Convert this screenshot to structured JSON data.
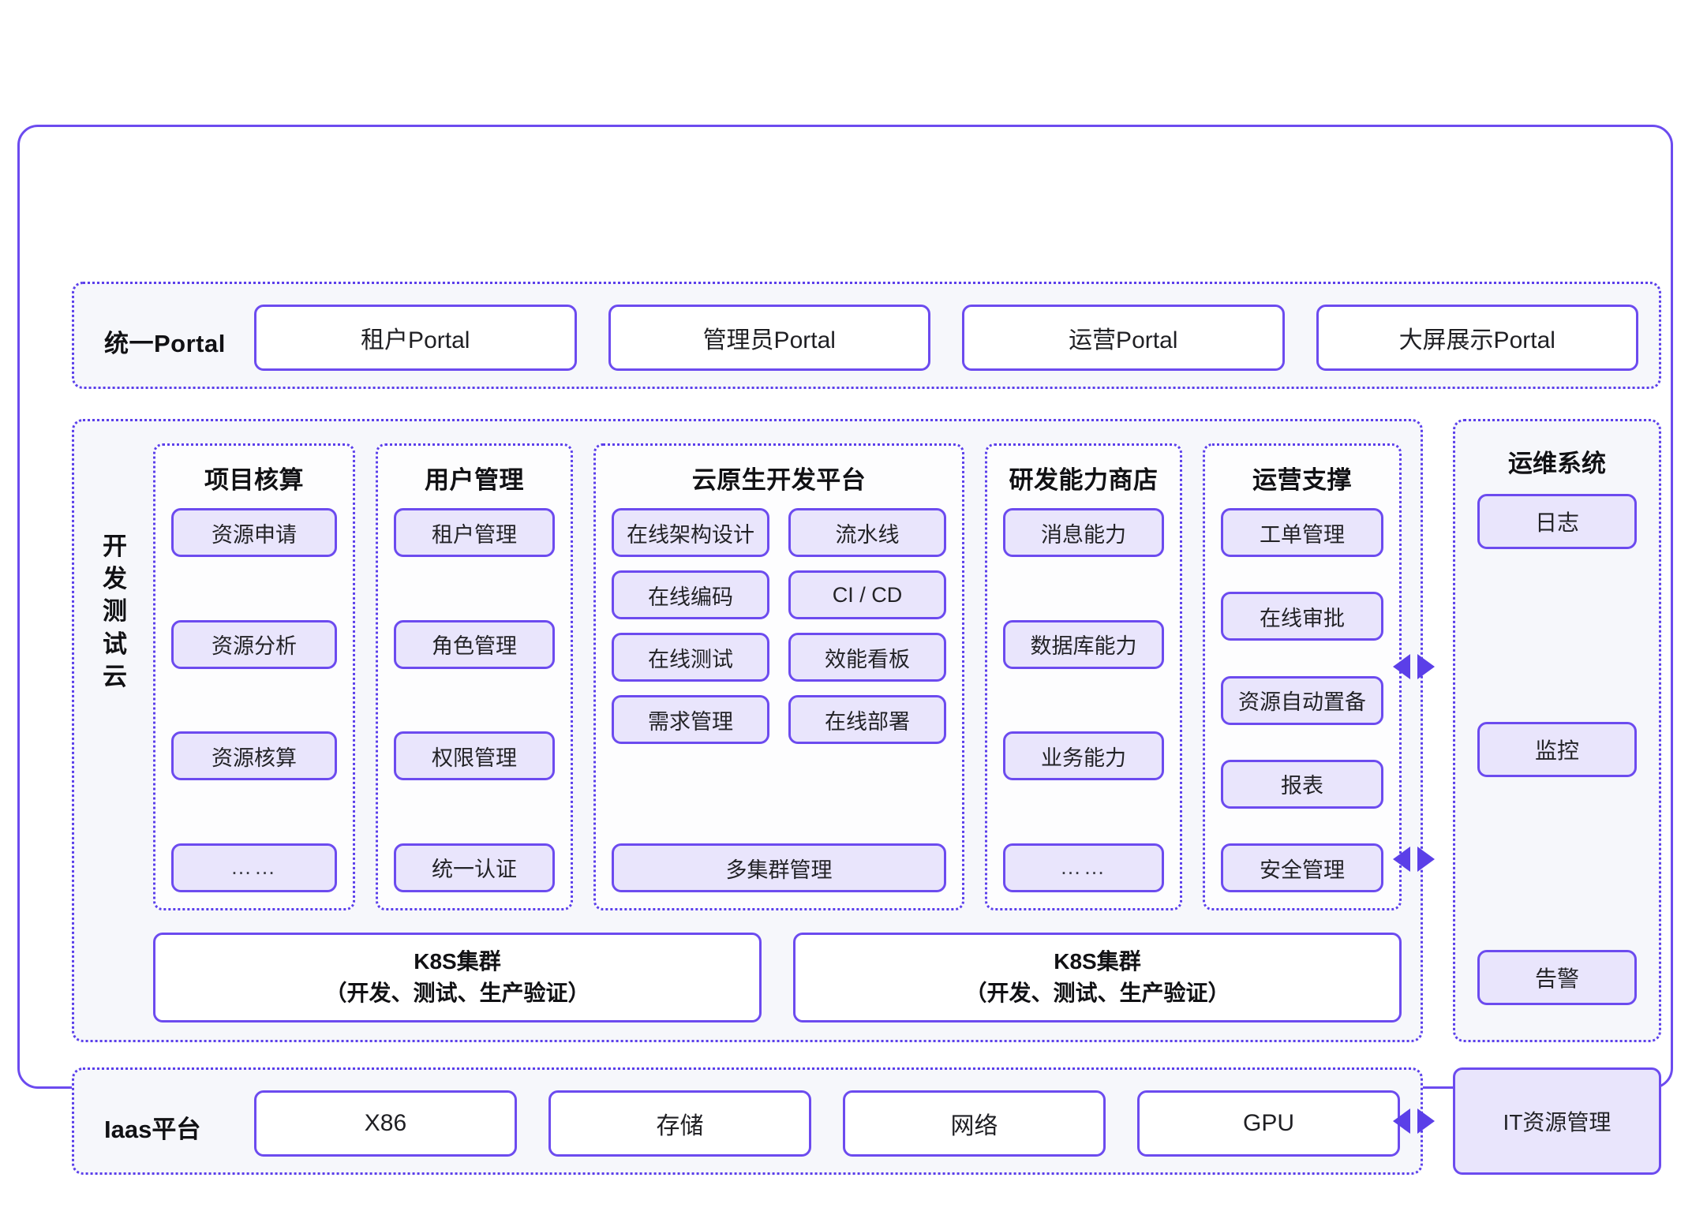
{
  "colors": {
    "accent": "#6C4BEF",
    "dotted_border": "#5B3FEB",
    "chip_fill": "#E9E5FC",
    "band_fill": "#F6F7FB",
    "arrow": "#5B3FE8"
  },
  "portal": {
    "label": "统一Portal",
    "items": [
      "租户Portal",
      "管理员Portal",
      "运营Portal",
      "大屏展示Portal"
    ]
  },
  "cloud": {
    "vertical_label": "开发测试云",
    "columns": [
      {
        "title": "项目核算",
        "items": [
          "资源申请",
          "资源分析",
          "资源核算",
          "……"
        ]
      },
      {
        "title": "用户管理",
        "items": [
          "租户管理",
          "角色管理",
          "权限管理",
          "统一认证"
        ]
      },
      {
        "title": "云原生开发平台",
        "grid": [
          "在线架构设计",
          "流水线",
          "在线编码",
          "CI / CD",
          "在线测试",
          "效能看板",
          "需求管理",
          "在线部署"
        ],
        "full_width_item": "多集群管理"
      },
      {
        "title": "研发能力商店",
        "items": [
          "消息能力",
          "数据库能力",
          "业务能力",
          "……"
        ]
      },
      {
        "title": "运营支撑",
        "items": [
          "工单管理",
          "在线审批",
          "资源自动置备",
          "报表",
          "安全管理"
        ]
      }
    ],
    "k8s": [
      {
        "line1": "K8S集群",
        "line2": "（开发、测试、生产验证）"
      },
      {
        "line1": "K8S集群",
        "line2": "（开发、测试、生产验证）"
      }
    ]
  },
  "ops_system": {
    "title": "运维系统",
    "items": [
      "日志",
      "监控",
      "告警"
    ]
  },
  "iaas": {
    "label": "Iaas平台",
    "items": [
      "X86",
      "存储",
      "网络",
      "GPU"
    ],
    "it_resource": "IT资源管理"
  },
  "connectors": {
    "arrow_left_icon": "triangle-left-icon",
    "arrow_right_icon": "triangle-right-icon"
  }
}
